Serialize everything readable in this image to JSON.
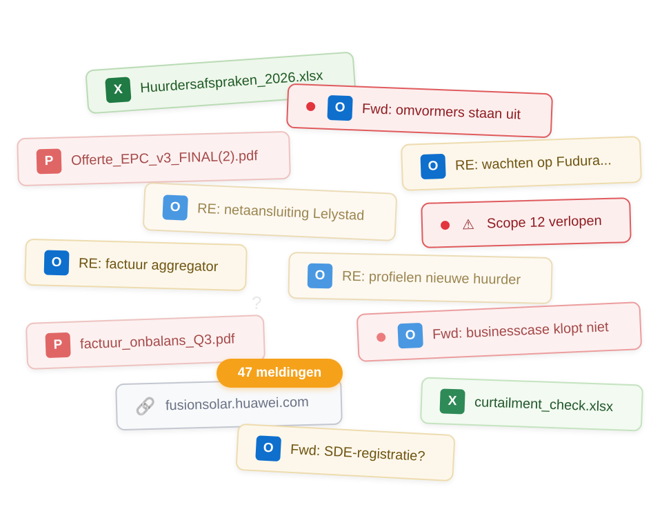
{
  "cards": [
    {
      "label": "Huurdersafspraken_2026.xlsx",
      "icon": "X"
    },
    {
      "label": "Fwd: omvormers staan uit",
      "icon": "O"
    },
    {
      "label": "Offerte_EPC_v3_FINAL(2).pdf",
      "icon": "P"
    },
    {
      "label": "RE: wachten op Fudura...",
      "icon": "O"
    },
    {
      "label": "RE: netaansluiting Lelystad",
      "icon": "O"
    },
    {
      "label": "Scope 12 verlopen",
      "icon": "⚠"
    },
    {
      "label": "RE: factuur aggregator",
      "icon": "O"
    },
    {
      "label": "RE: profielen nieuwe huurder",
      "icon": "O"
    },
    {
      "label": "factuur_onbalans_Q3.pdf",
      "icon": "P"
    },
    {
      "label": "Fwd: businesscase klopt niet",
      "icon": "O"
    },
    {
      "label": "fusionsolar.huawei.com",
      "icon": "🔗"
    },
    {
      "label": "curtailment_check.xlsx",
      "icon": "X"
    },
    {
      "label": "Fwd: SDE-registratie?",
      "icon": "O"
    }
  ],
  "badge": "47 meldingen",
  "hint": "?"
}
